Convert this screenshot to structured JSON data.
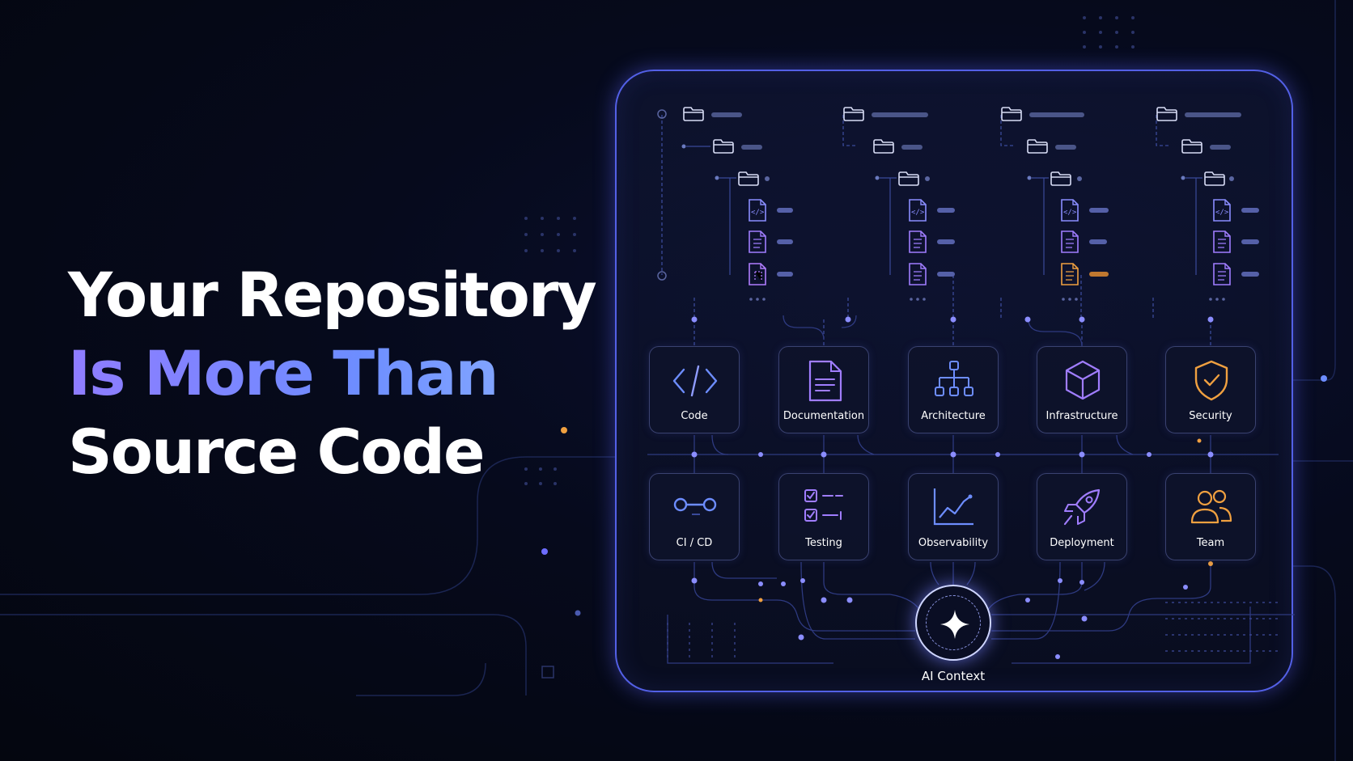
{
  "headline": {
    "line1": "Your Repository",
    "line2": "Is More Than",
    "line3": "Source Code"
  },
  "colors": {
    "background": "#05081a",
    "panel_border": "#5360e6",
    "accent_blue": "#6d8dff",
    "accent_purple": "#9b7bff",
    "accent_orange": "#f0a040",
    "node_border": "#3a4270"
  },
  "nodes": [
    {
      "label": "Code",
      "icon": "code-brackets-icon"
    },
    {
      "label": "Documentation",
      "icon": "document-icon"
    },
    {
      "label": "Architecture",
      "icon": "hierarchy-icon"
    },
    {
      "label": "Infrastructure",
      "icon": "cube-icon"
    },
    {
      "label": "Security",
      "icon": "shield-check-icon"
    },
    {
      "label": "CI / CD",
      "icon": "pipeline-icon"
    },
    {
      "label": "Testing",
      "icon": "checklist-icon"
    },
    {
      "label": "Observability",
      "icon": "line-chart-icon"
    },
    {
      "label": "Deployment",
      "icon": "rocket-icon"
    },
    {
      "label": "Team",
      "icon": "users-icon"
    }
  ],
  "hub": {
    "label": "AI Context",
    "icon": "sparkle-icon"
  }
}
